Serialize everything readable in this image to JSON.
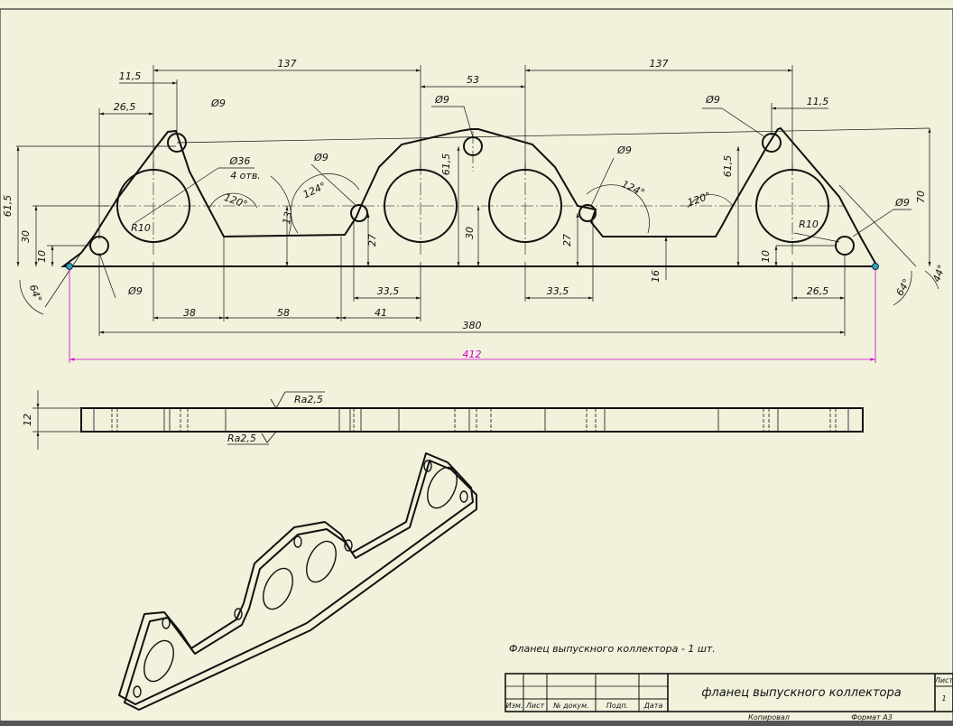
{
  "colors": {
    "paper": "#f1f1dc",
    "ink": "#111111",
    "accent_dimension": "#d000d0",
    "snap_point": "#2aa6b0"
  },
  "top_view": {
    "dims": {
      "d137_left": "137",
      "d137_right": "137",
      "d11_5_left": "11,5",
      "d11_5_right": "11,5",
      "d26_5_top": "26,5",
      "d26_5_bottom": "26,5",
      "d53": "53",
      "d61_5_left": "61,5",
      "d61_5_mid": "61,5",
      "d61_5_right": "61,5",
      "d30_left": "30",
      "d30_mid": "30",
      "d10_left": "10",
      "d10_right": "10",
      "d27_left": "27",
      "d27_right": "27",
      "d13": "13",
      "d16": "16",
      "d70": "70",
      "d38": "38",
      "d58": "58",
      "d41": "41",
      "d33_5_left": "33,5",
      "d33_5_right": "33,5",
      "d380": "380",
      "d412": "412",
      "hole9_a": "Ø9",
      "hole9_b": "Ø9",
      "hole9_c": "Ø9",
      "hole9_d": "Ø9",
      "hole9_e": "Ø9",
      "hole9_f": "Ø9",
      "hole9_g": "Ø9",
      "hole36": "Ø36",
      "holes_count": "4 отв.",
      "r10_left": "R10",
      "r10_right": "R10",
      "a120_left": "120°",
      "a124_left": "124°",
      "a124_right": "124°",
      "a120_right": "120°",
      "a64_left": "64°",
      "a64_right": "64°",
      "a44": "44°"
    }
  },
  "side_view": {
    "thickness": "12",
    "roughness_top": "Ra2,5",
    "roughness_bottom": "Ra2,5"
  },
  "caption": "Фланец выпускного коллектора - 1 шт.",
  "title_block": {
    "headers": [
      "Изм.",
      "Лист",
      "№ докум.",
      "Подп.",
      "Дата"
    ],
    "title": "фланец выпускного коллектора",
    "sheet_label": "Лист",
    "sheet_value": "1",
    "copied": "Копировал",
    "format": "Формат А3"
  }
}
